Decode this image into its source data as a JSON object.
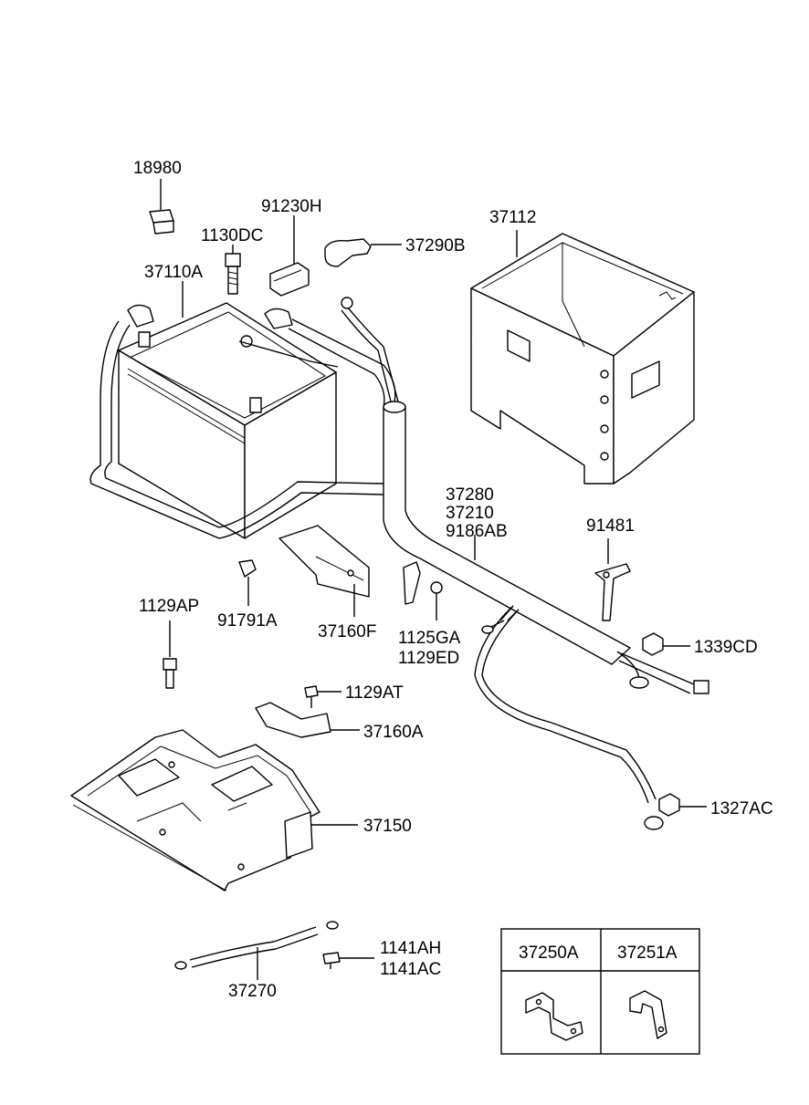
{
  "labels": {
    "p18980": "18980",
    "p91230H": "91230H",
    "p1130DC": "1130DC",
    "p37290B": "37290B",
    "p37112": "37112",
    "p37110A": "37110A",
    "p37280": "37280",
    "p37210": "37210",
    "p9186AB": "9186AB",
    "p91481": "91481",
    "p1129AP": "1129AP",
    "p91791A": "91791A",
    "p37160F": "37160F",
    "p1125GA": "1125GA",
    "p1129ED": "1129ED",
    "p1339CD": "1339CD",
    "p1129AT": "1129AT",
    "p37160A": "37160A",
    "p37150": "37150",
    "p1327AC": "1327AC",
    "p1141AH": "1141AH",
    "p1141AC": "1141AC",
    "p37270": "37270"
  },
  "table": {
    "col1": "37250A",
    "col2": "37251A"
  }
}
